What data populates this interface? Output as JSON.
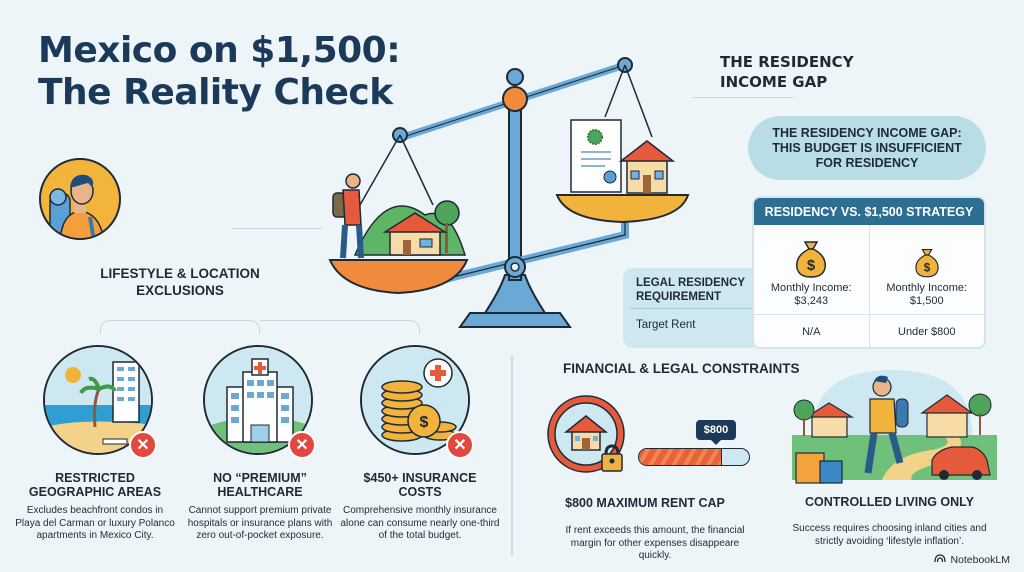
{
  "title": "Mexico on $1,500: The Reality Check",
  "residency_gap": {
    "heading": "THE RESIDENCY INCOME GAP",
    "bubble_text": "THE RESIDENCY INCOME GAP: THIS BUDGET IS INSUFFICIENT FOR RESIDENCY"
  },
  "comparison_table": {
    "header": "RESIDENCY VS. $1,500 STRATEGY",
    "row_labels": [
      "LEGAL RESIDENCY REQUIREMENT",
      "Target Rent"
    ],
    "columns": [
      {
        "icon": "money-bag-large-icon",
        "income_label": "Monthly Income:",
        "income_value": "$3,243",
        "rent": "N/A"
      },
      {
        "icon": "money-bag-small-icon",
        "income_label": "Monthly Income:",
        "income_value": "$1,500",
        "rent": "Under $800"
      }
    ]
  },
  "lifestyle": {
    "title": "LIFESTYLE & LOCATION EXCLUSIONS",
    "cards": [
      {
        "icon": "beach-condo-icon",
        "title": "RESTRICTED GEOGRAPHIC AREAS",
        "text": "Excludes beachfront condos in Playa del Carman or luxury Polanco apartments in Mexico City."
      },
      {
        "icon": "hospital-icon",
        "title": "NO “PREMIUM” HEALTHCARE",
        "text": "Cannot support premium private hospitals or insurance plans with zero out-of-pocket exposure."
      },
      {
        "icon": "coins-insurance-icon",
        "title": "$450+ INSURANCE COSTS",
        "text": "Comprehensive monthly insurance alone can consume nearly one-third of the total budget."
      }
    ]
  },
  "constraints": {
    "title": "FINANCIAL & LEGAL CONSTRAINTS",
    "rent_cap": {
      "tag": "$800",
      "title": "$800 MAXIMUM RENT CAP",
      "text": "If rent exceeds this amount, the financial margin for other expenses disappeare quickly.",
      "bar_fill_percent": 75
    },
    "controlled_living": {
      "title": "CONTROLLED LIVING ONLY",
      "text": "Success requires choosing inland cities and strictly avoiding ‘lifestyle inflation’."
    }
  },
  "footer": {
    "brand": "NotebookLM"
  },
  "colors": {
    "title": "#1b3a5a",
    "accent_blue": "#2c6f93",
    "bubble": "#b9dde6",
    "red_x": "#e2483d",
    "orange": "#f08a3c",
    "gold": "#f2b33d"
  }
}
